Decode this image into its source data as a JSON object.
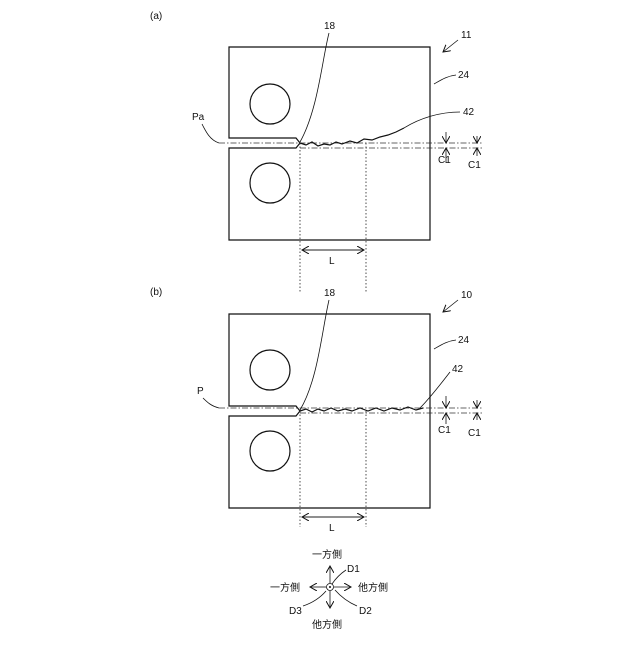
{
  "figure_a": {
    "label": "(a)",
    "ref_assembly": "11",
    "ref_plate": "24",
    "ref_crack_start": "18",
    "ref_crack": "42",
    "ref_point": "Pa",
    "ref_c1_left": "C1",
    "ref_c1_right": "C1",
    "ref_length": "L"
  },
  "figure_b": {
    "label": "(b)",
    "ref_assembly": "10",
    "ref_plate": "24",
    "ref_crack_start": "18",
    "ref_crack": "42",
    "ref_point": "P",
    "ref_c1_left": "C1",
    "ref_c1_right": "C1",
    "ref_length": "L"
  },
  "direction_legend": {
    "up_label": "一方側",
    "down_label": "他方側",
    "left_label": "一方側",
    "right_label": "他方側",
    "d1": "D1",
    "d2": "D2",
    "d3": "D3"
  }
}
